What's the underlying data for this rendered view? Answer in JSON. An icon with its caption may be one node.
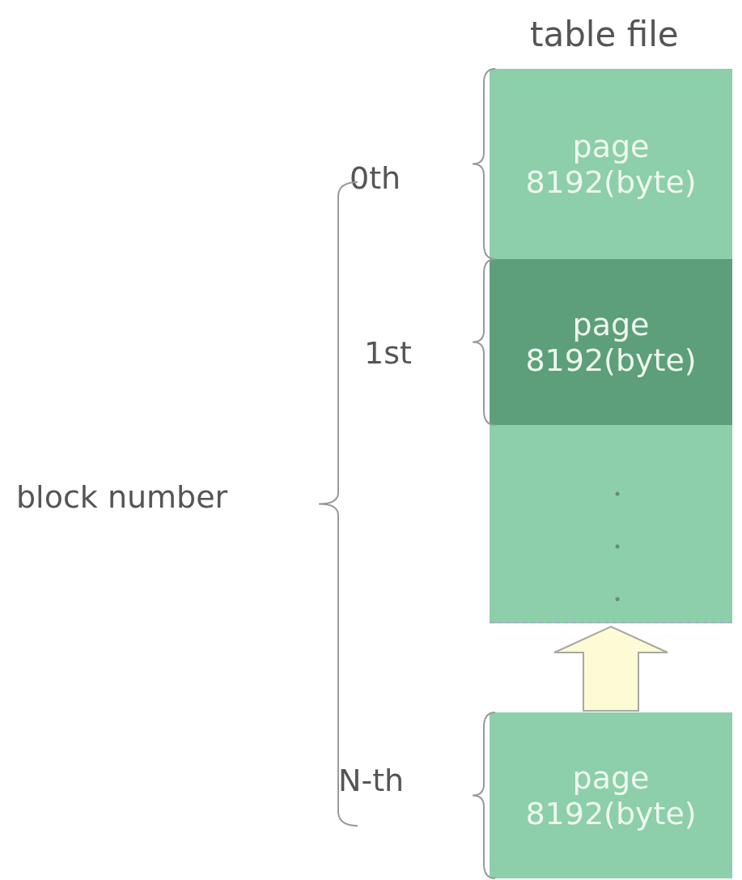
{
  "diagram": {
    "title": "table file",
    "nodes": [
      {
        "text": [
          "page 8192(byte)"
        ]
      },
      {
        "text": [
          "page 8192(byte)"
        ]
      },
      {
        "text": [],
        "shape": "box"
      },
      {
        "text": [
          "page 8192(byte)"
        ]
      }
    ],
    "edges": [
      {
        "from": 3,
        "to": 2,
        "arrow": "to"
      }
    ],
    "labels": [
      "0th",
      "1st",
      "block number",
      "N-th"
    ]
  }
}
